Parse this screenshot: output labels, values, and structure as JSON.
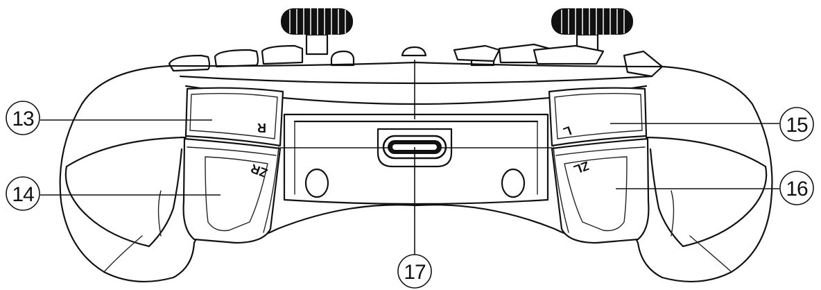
{
  "callouts": [
    {
      "id": "13",
      "label": "13"
    },
    {
      "id": "14",
      "label": "14"
    },
    {
      "id": "15",
      "label": "15"
    },
    {
      "id": "16",
      "label": "16"
    },
    {
      "id": "17",
      "label": "17"
    }
  ],
  "buttons": {
    "r": "R",
    "zr": "ZR",
    "l": "L",
    "zl": "ZL"
  }
}
